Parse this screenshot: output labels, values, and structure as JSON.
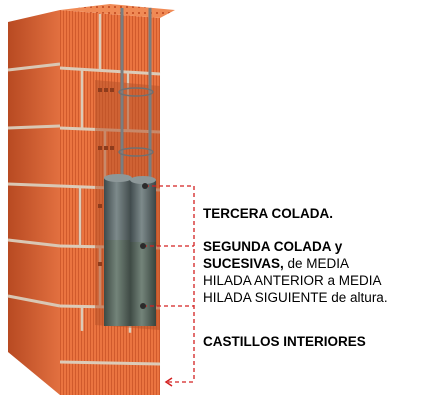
{
  "labels": {
    "tercera": "TERCERA COLADA.",
    "segunda_bold": "SEGUNDA COLADA y",
    "segunda_bold2": "SUCESIVAS,",
    "segunda_rest1": " de MEDIA",
    "segunda_line3": "HILADA ANTERIOR a MEDIA",
    "segunda_line4": "HILADA SIGUIENTE de altura.",
    "castillos": "CASTILLOS INTERIORES"
  },
  "colors": {
    "brick": "#e8703a",
    "brick_dark": "#c9552a",
    "mortar": "#d9c7b4",
    "concrete": "#5f6d6e",
    "leader": "#d32020",
    "rebar": "#7a7e80"
  },
  "icons": {
    "arrow_head": "arrow-left-icon",
    "connector_dot": "dot-icon"
  }
}
